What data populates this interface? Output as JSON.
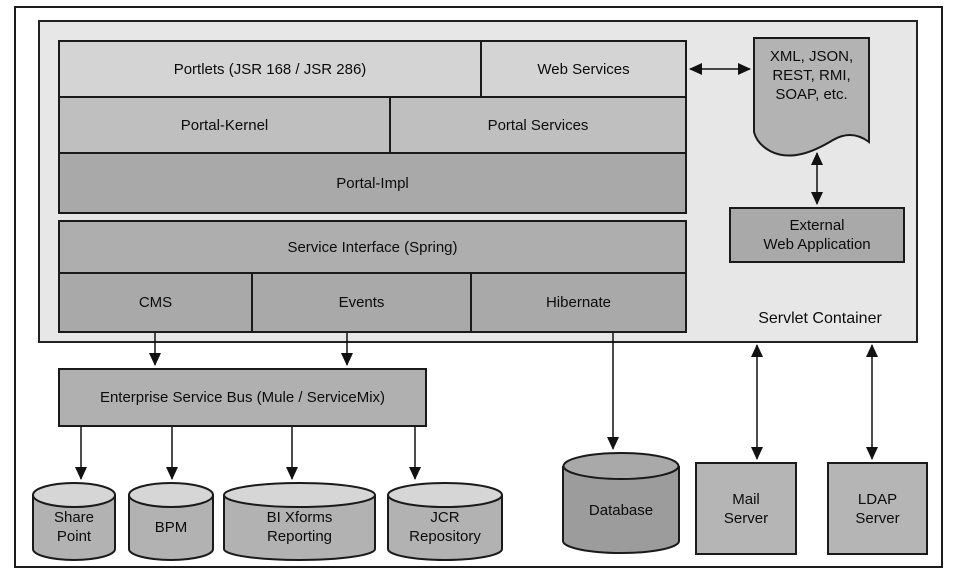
{
  "servlet_container": {
    "label": "Servlet Container",
    "layers": {
      "portlets": "Portlets (JSR 168 / JSR 286)",
      "web_services": "Web Services",
      "portal_kernel": "Portal-Kernel",
      "portal_services": "Portal Services",
      "portal_impl": "Portal-Impl",
      "service_interface": "Service Interface (Spring)",
      "cms": "CMS",
      "events": "Events",
      "hibernate": "Hibernate"
    }
  },
  "right_column": {
    "protocols_doc": {
      "line1": "XML, JSON,",
      "line2": "REST, RMI,",
      "line3": "SOAP, etc."
    },
    "external_web_app": {
      "line1": "External",
      "line2": "Web Application"
    }
  },
  "integration": {
    "esb_label": "Enterprise Service Bus (Mule / ServiceMix)"
  },
  "datastores": {
    "share_point": {
      "line1": "Share",
      "line2": "Point"
    },
    "bpm": {
      "line1": "BPM"
    },
    "bi_xforms": {
      "line1": "BI Xforms",
      "line2": "Reporting"
    },
    "jcr_repository": {
      "line1": "JCR",
      "line2": "Repository"
    },
    "database": {
      "line1": "Database"
    },
    "mail_server": {
      "line1": "Mail",
      "line2": "Server"
    },
    "ldap_server": {
      "line1": "LDAP",
      "line2": "Server"
    }
  },
  "colors": {
    "container_bg": "#e7e7e7",
    "layer_light": "#d4d4d4",
    "layer_mid": "#bfbfbf",
    "layer_dark": "#a9a9a9",
    "doc_fill": "#b3b3b3",
    "cylinder_body": "#b2b2b2",
    "cylinder_top": "#d6d6d6",
    "database_body": "#9c9c9c",
    "database_top": "#a9a9a9",
    "server_box": "#b5b5b5",
    "line": "#111111"
  }
}
